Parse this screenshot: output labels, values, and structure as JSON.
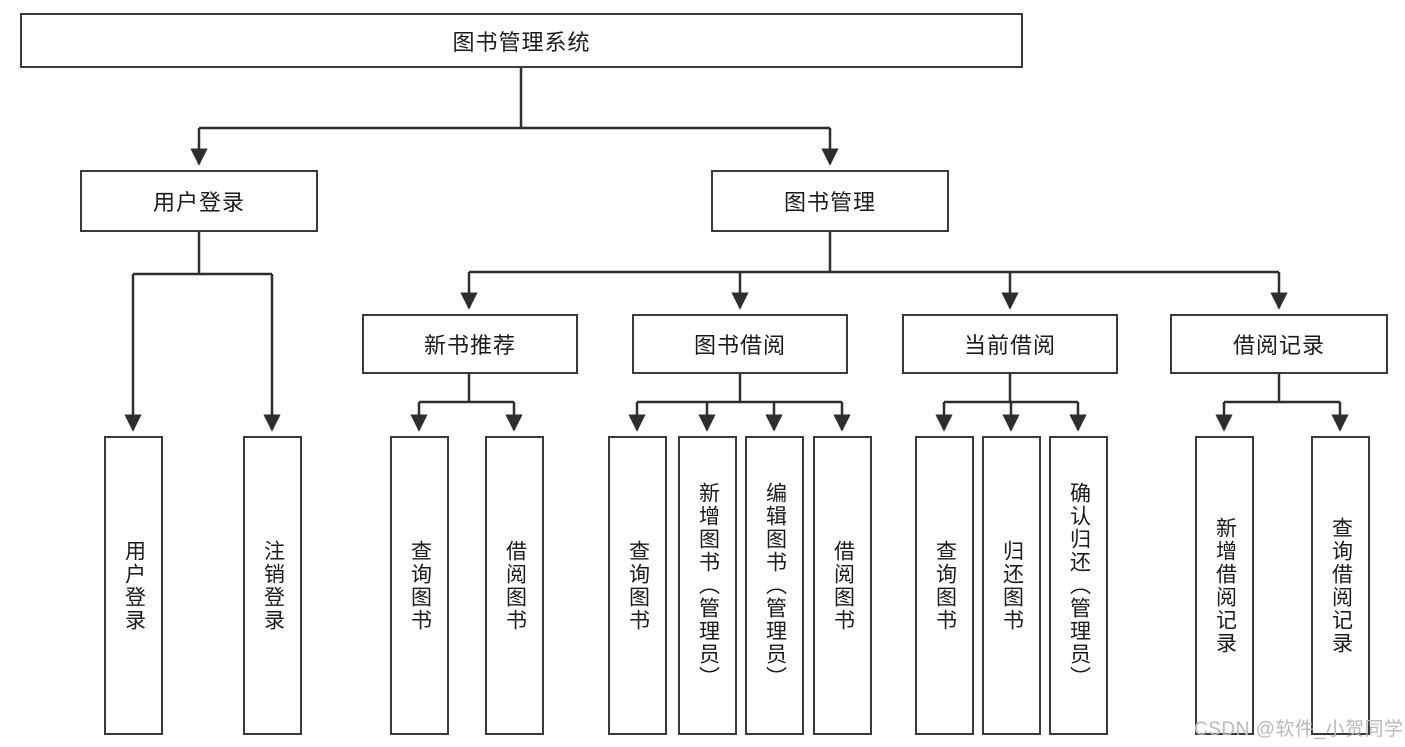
{
  "diagram": {
    "type": "hierarchy-tree",
    "title": "图书管理系统",
    "root": {
      "label": "图书管理系统"
    },
    "level2": [
      {
        "label": "用户登录"
      },
      {
        "label": "图书管理"
      }
    ],
    "level3": [
      {
        "label": "新书推荐"
      },
      {
        "label": "图书借阅"
      },
      {
        "label": "当前借阅"
      },
      {
        "label": "借阅记录"
      }
    ],
    "leaves": {
      "user_login": [
        {
          "label": "用户登录"
        },
        {
          "label": "注销登录"
        }
      ],
      "new_book_recommend": [
        {
          "label": "查询图书"
        },
        {
          "label": "借阅图书"
        }
      ],
      "book_borrow": [
        {
          "label": "查询图书"
        },
        {
          "label": "新增图书（管理员）"
        },
        {
          "label": "编辑图书（管理员）"
        },
        {
          "label": "借阅图书"
        }
      ],
      "current_borrow": [
        {
          "label": "查询图书"
        },
        {
          "label": "归还图书"
        },
        {
          "label": "确认归还（管理员）"
        }
      ],
      "borrow_record": [
        {
          "label": "新增借阅记录"
        },
        {
          "label": "查询借阅记录"
        }
      ]
    }
  },
  "watermark": {
    "text": "CSDN @软件_小贺同学"
  },
  "colors": {
    "stroke": "#3a3a3a",
    "text": "#1a1a1a",
    "background": "#ffffff",
    "watermark": "#b9b9b9"
  }
}
